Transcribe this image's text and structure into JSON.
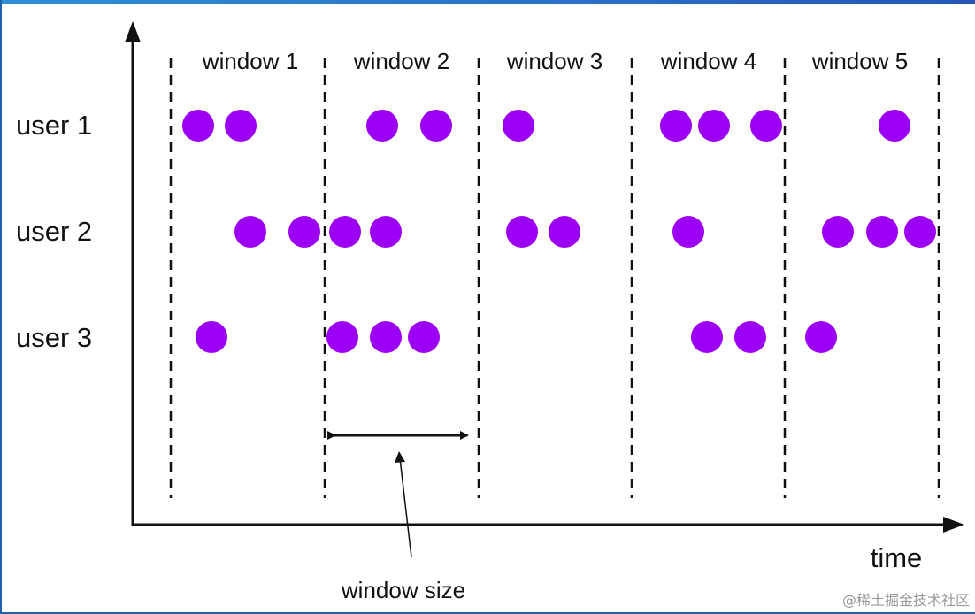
{
  "windows": [
    "window 1",
    "window 2",
    "window 3",
    "window 4",
    "window 5"
  ],
  "users": [
    "user 1",
    "user 2",
    "user 3"
  ],
  "x_axis_label": "time",
  "window_size_label": "window size",
  "watermark": "@稀土掘金技术社区",
  "colors": {
    "event": "#9b00f5",
    "line": "#111111",
    "border": "#1f5fb0"
  },
  "events": {
    "user 1": [
      {
        "window": 1,
        "count": 2
      },
      {
        "window": 2,
        "count": 2
      },
      {
        "window": 3,
        "count": 1
      },
      {
        "window": 4,
        "count": 3
      },
      {
        "window": 5,
        "count": 1
      }
    ],
    "user 2": [
      {
        "window": 1,
        "count": 2
      },
      {
        "window": 2,
        "count": 2
      },
      {
        "window": 3,
        "count": 2
      },
      {
        "window": 4,
        "count": 1
      },
      {
        "window": 5,
        "count": 3
      }
    ],
    "user 3": [
      {
        "window": 1,
        "count": 1
      },
      {
        "window": 2,
        "count": 3
      },
      {
        "window": 4,
        "count": 2
      },
      {
        "window": 5,
        "count": 1
      }
    ]
  }
}
